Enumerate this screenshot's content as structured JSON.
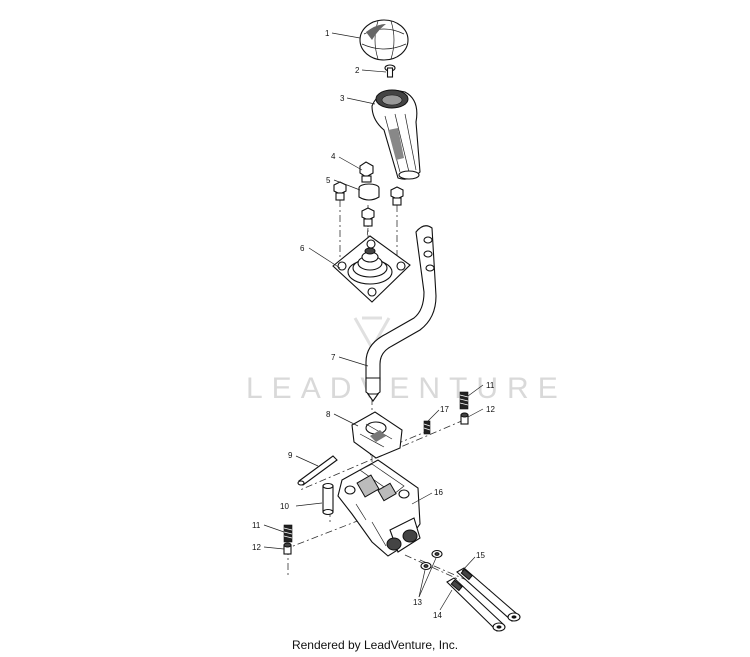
{
  "watermark": "LEADVENTURE",
  "footer": "Rendered by LeadVenture, Inc.",
  "callouts": [
    "1",
    "2",
    "3",
    "4",
    "5",
    "6",
    "7",
    "8",
    "9",
    "10",
    "11",
    "11",
    "12",
    "12",
    "13",
    "14",
    "15",
    "16",
    "17"
  ]
}
